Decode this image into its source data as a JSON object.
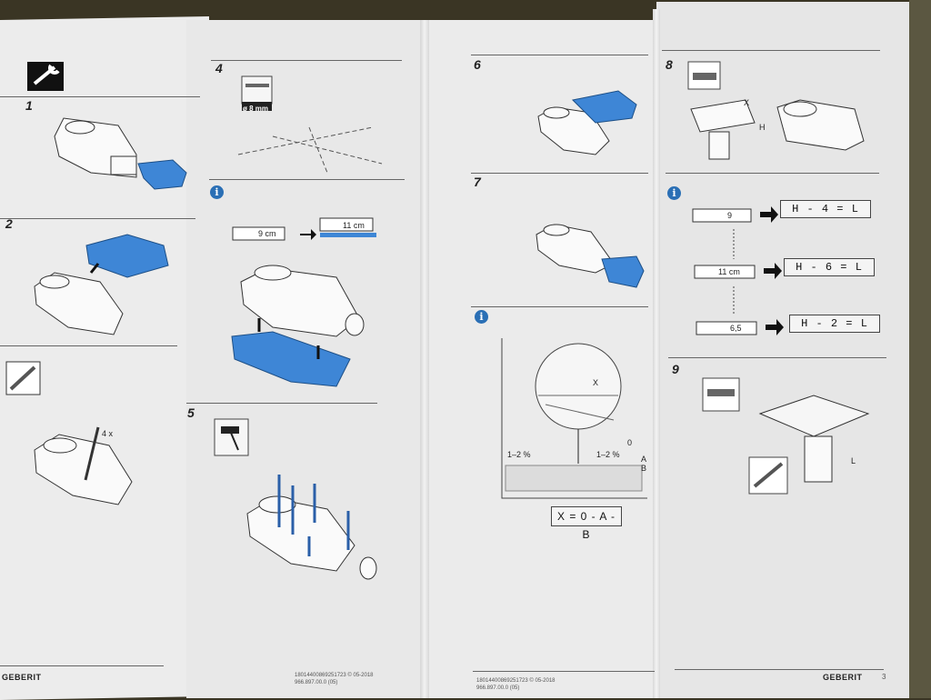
{
  "steps": {
    "s1": "1",
    "s2": "2",
    "s4": "4",
    "s5": "5",
    "s6": "6",
    "s7": "7",
    "s8": "8",
    "s9": "9"
  },
  "info_icon": "i",
  "labels": {
    "drill_size": "ø 8 mm",
    "dim_9cm": "9 cm",
    "dim_11cm": "11 cm",
    "four_x": "4 x",
    "x_label": "X",
    "h_label": "H",
    "l_label": "L",
    "slope_left": "1–2 %",
    "slope_right": "1–2 %",
    "zero": "0",
    "a_label": "A",
    "b_label": "B",
    "d9": "9",
    "d11": "11 cm",
    "d6_5": "6,5"
  },
  "formulas": {
    "f1": "H - 4 = L",
    "f2": "H - 6 = L",
    "f3": "H - 2 = L",
    "fx": "X = 0 - A - B"
  },
  "footer": {
    "brand_left": "GEBERIT",
    "brand_right": "GEBERIT",
    "code_a1": "1801440086925172​3 © 05-2018",
    "code_a2": "966.897.00.0 (05)",
    "code_b1": "1801440086925172​3 © 05-2018",
    "code_b2": "966.897.00.0 (05)",
    "page_number": "3"
  },
  "colors": {
    "accent_blue": "#3e86d6",
    "paper": "#ececec",
    "ink": "#222222"
  }
}
